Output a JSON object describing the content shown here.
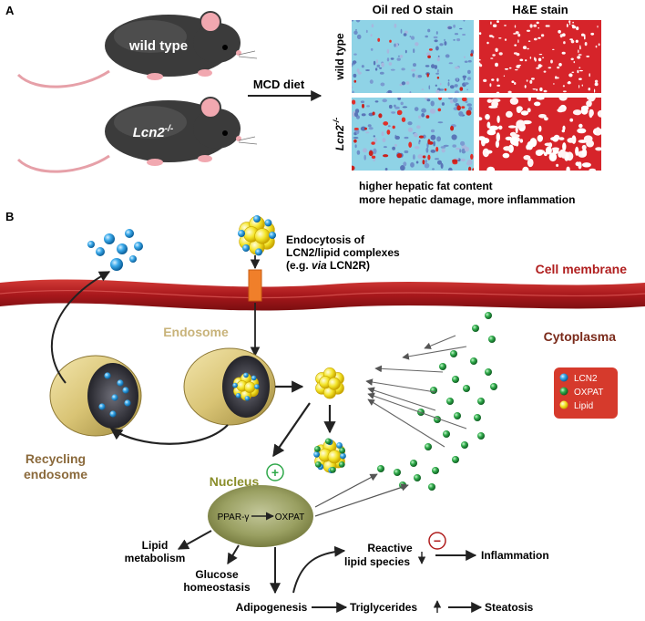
{
  "panels": {
    "a": "A",
    "b": "B"
  },
  "mice": {
    "top_label": "wild type",
    "bottom_label_main": "Lcn2",
    "bottom_label_sup": "-/-"
  },
  "diet": "MCD diet",
  "stains": {
    "col1": "Oil red O stain",
    "col2": "H&E stain",
    "row1": "wild type",
    "row2_main": "Lcn2",
    "row2_sup": "-/-"
  },
  "findings": {
    "line1": "higher hepatic fat content",
    "line2": "more hepatic damage, more inflammation"
  },
  "endocytosis": {
    "line1": "Endocytosis of",
    "line2": "LCN2/lipid complexes",
    "line3_pre": "(e.g. ",
    "line3_em": "via",
    "line3_post": " LCN2R)"
  },
  "membrane": "Cell membrane",
  "endosome": "Endosome",
  "cytoplasma": "Cytoplasma",
  "recycling": {
    "line1": "Recycling",
    "line2": "endosome"
  },
  "legend": {
    "items": [
      {
        "label": "LCN2",
        "color": "#2a9fe0"
      },
      {
        "label": "OXPAT",
        "color": "#2fa84a"
      },
      {
        "label": "Lipid",
        "color": "#f2e21f"
      }
    ]
  },
  "nucleus": {
    "title": "Nucleus",
    "ppar": "PPAR-γ",
    "oxpat": "OXPAT",
    "plus": "+"
  },
  "outcomes": {
    "lipid_metabolism": [
      "Lipid",
      "metabolism"
    ],
    "glucose": [
      "Glucose",
      "homeostasis"
    ],
    "adipogenesis": "Adipogenesis",
    "triglycerides": "Triglycerides",
    "steatosis": "Steatosis",
    "reactive": [
      "Reactive",
      "lipid species"
    ],
    "minus": "−",
    "inflammation": "Inflammation"
  },
  "colors": {
    "membrane": "#b01e1e",
    "oil_bg": "#8fd3e6",
    "he_bg": "#d6242a",
    "lcn2": "#2a9fe0",
    "oxpat": "#2fa84a",
    "lipid": "#f2e21f",
    "nucleus": "#8a8e46",
    "endosome": "#d8c479",
    "label_brown": "#7a2a1a",
    "legend_bg": "#d63a2c"
  }
}
